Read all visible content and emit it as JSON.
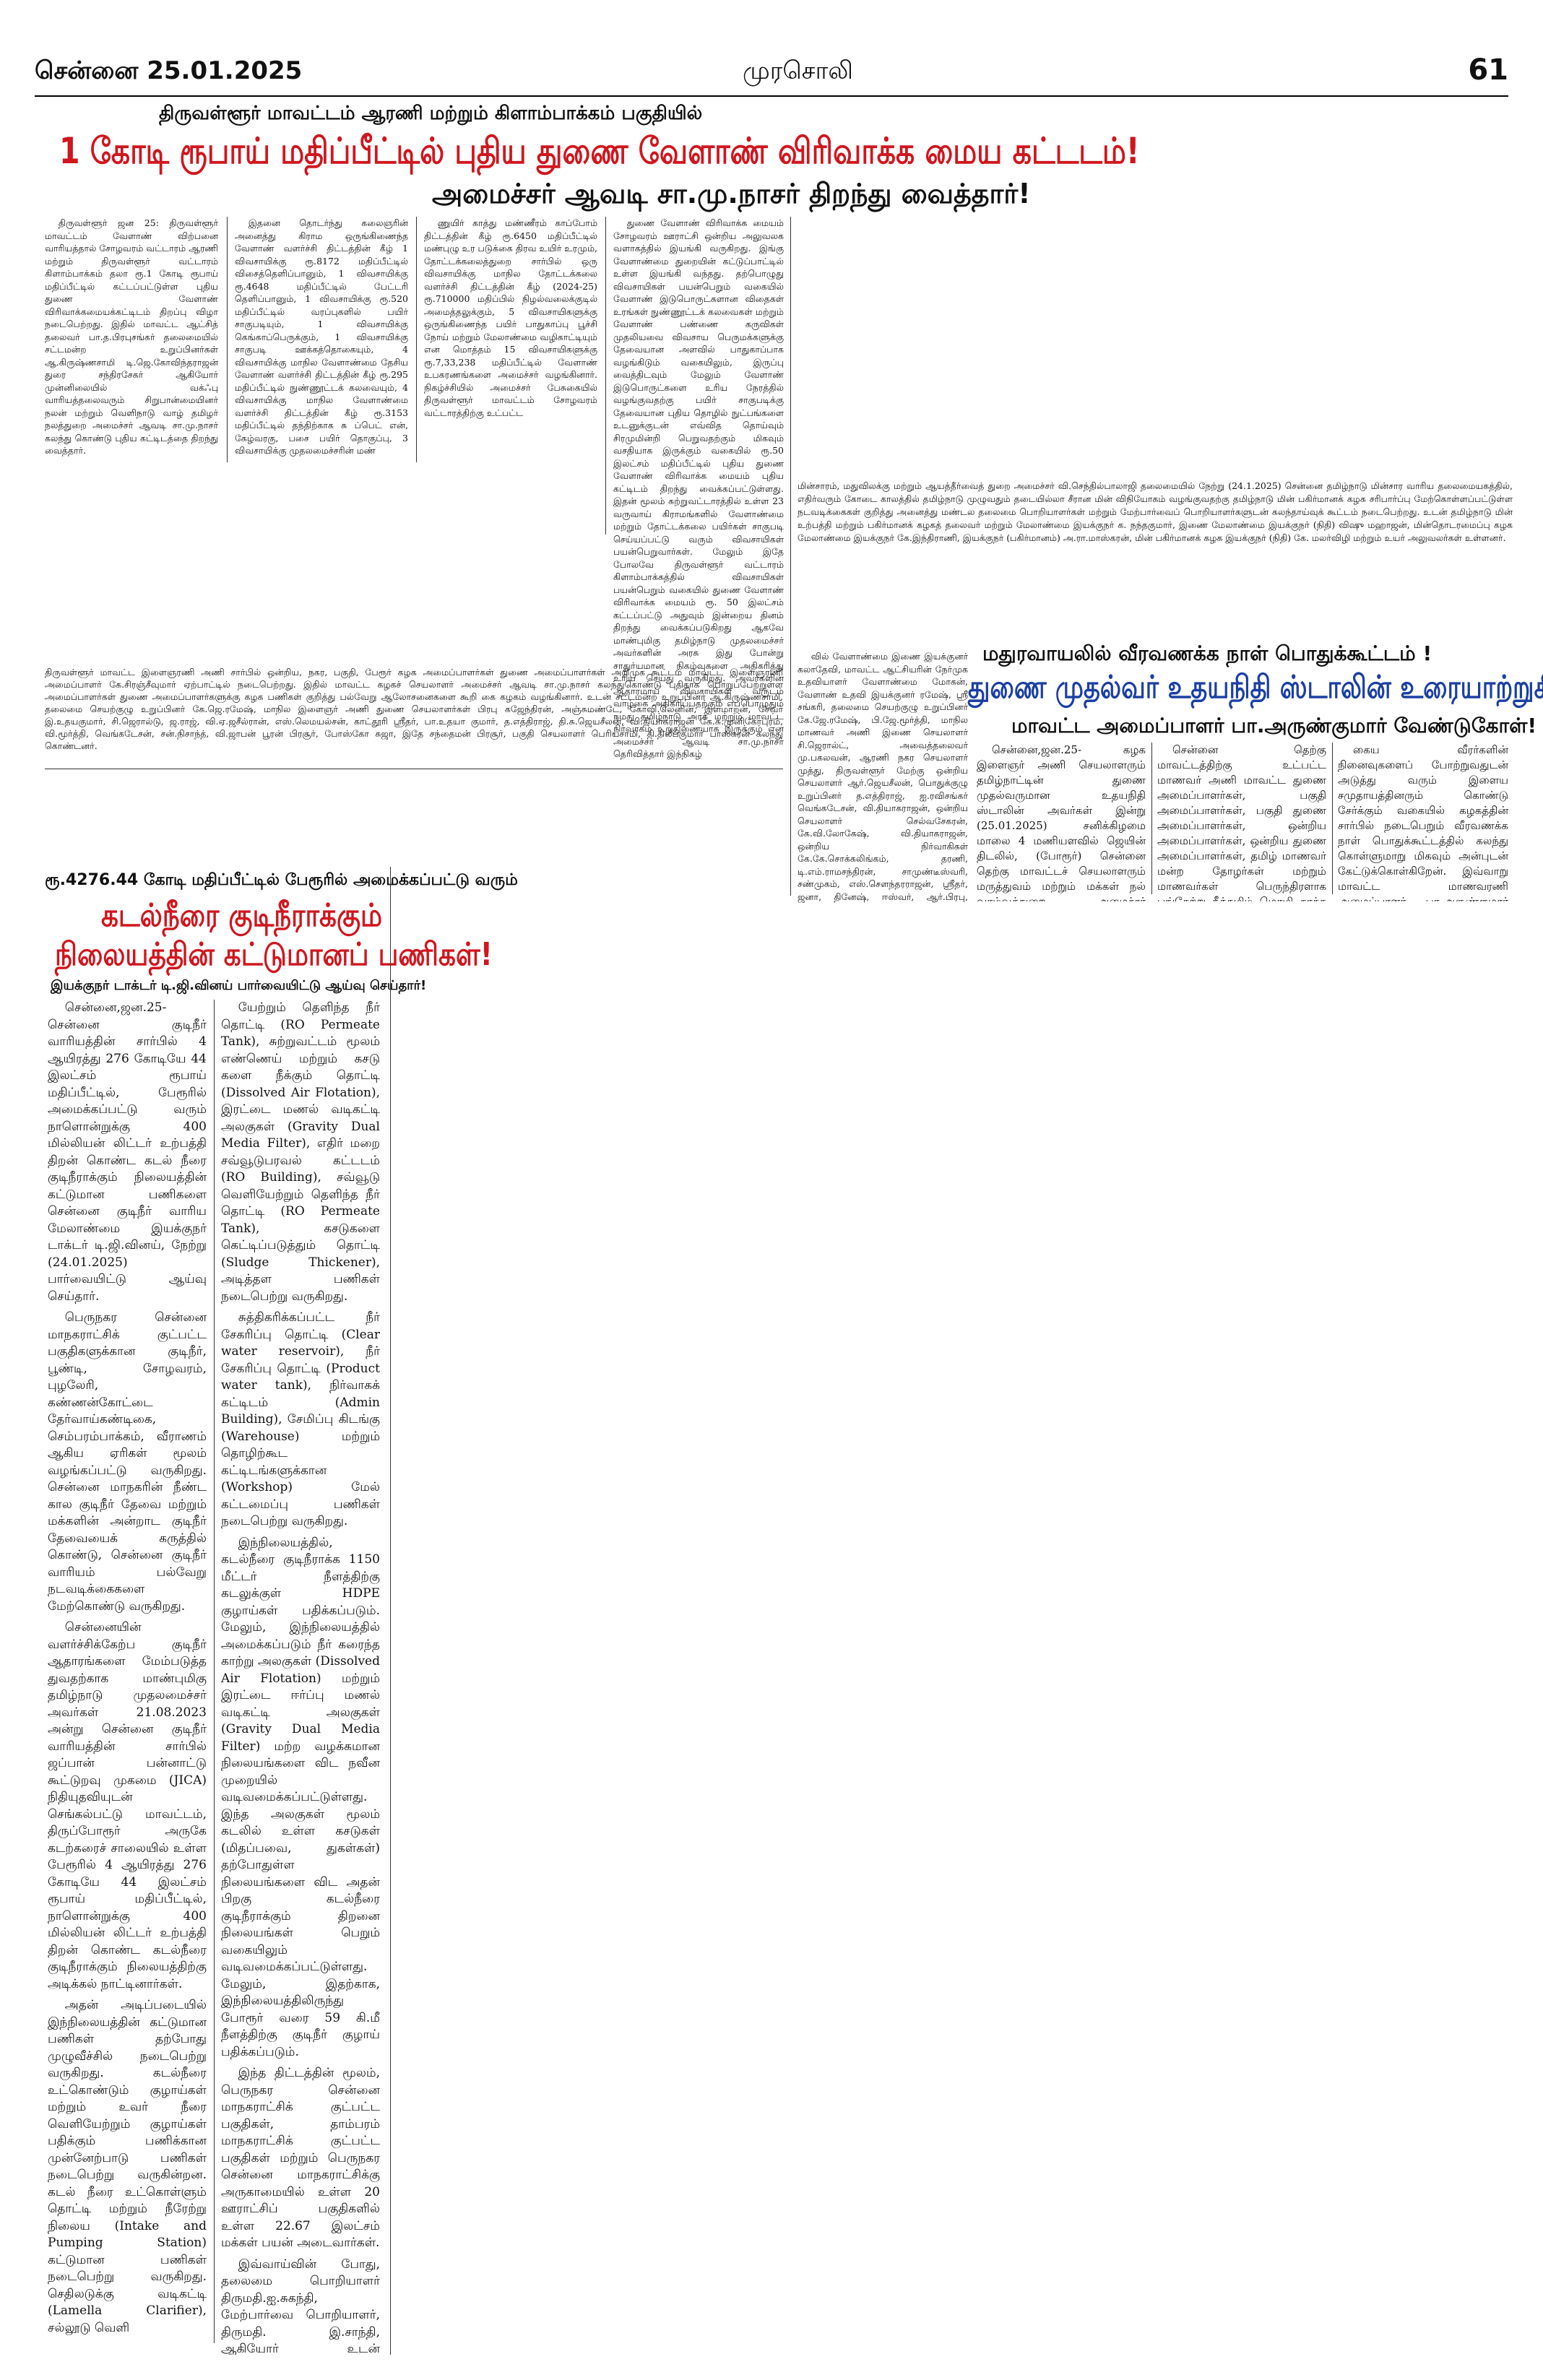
{
  "header": {
    "date": "சென்னை 25.01.2025",
    "paper": "முரசொலி",
    "page_number": "61"
  },
  "story1": {
    "kicker": "திருவள்ளூர் மாவட்டம் ஆரணி மற்றும் கிளாம்பாக்கம் பகுதியில்",
    "headline": "1 கோடி ரூபாய் மதிப்பீட்டில் புதிய துணை வேளாண் விரிவாக்க மைய கட்டடம்!",
    "subhead": "அமைச்சர் ஆவடி சா.மு.நாசர் திறந்து வைத்தார்!",
    "col1": "திருவள்ளூர் ஜன 25: திருவள்ளூர் மாவட்டம் வேளாண் விற்பனை வாரியத்தால் சோழவரம் வட்டாரம் ஆரணி மற்றும் திருவள்ளூர் வட்டாரம் கிளாம்பாக்கம் தலா ரூ.1 கோடி ரூபாய் மதிப்பீட்டில் கட்டப்பட்டுள்ள புதிய துணை வேளாண் விரிவாக்கமையக்கட்டிடம் திறப்பு விழா நடைபெற்றது. இதில் மாவட்ட ஆட்சித் தலைவர் பா.த.பிரபுசங்கர் தலைமையில் சட்டமன்ற உறுப்பினர்கள் ஆ.கிருஷ்ணசாமி டி.ஜெ.கோவிந்தராஜன் துரை சந்திரசேகர் ஆகியோர் முன்னிலையில் வக்ஃபு வாரியத்தலைவரும் சிறுபான்மையினர் நலன் மற்றும் வெளிநாடு வாழ் தமிழர் நலத்துறை அமைச்சர் ஆவடி சா.மு.நாசர் கலந்து கொண்டு புதிய கட்டிடத்தை திறந்து வைத்தார்.",
    "col2": "இதனை தொடர்ந்து கலைஞரின் அனைத்து கிராம ஒருங்கிணைந்த வேளாண் வளர்ச்சி திட்டத்தின் கீழ் 1 விவசாயிக்கு ரூ.8172 மதிப்பீட்டில் விசைத்தெளிப்பானும், 1 விவசாயிக்கு ரூ.4648 மதிப்பீட்டில் பேட்டரி தெளிப்பானும், 1 விவசாயிக்கு ரூ.520 மதிப்பீட்டில் வரப்புகளில் பயிர் சாகுபடியும், 1 விவசாயிக்கு கெங்காப்பெருக்கும், 1 விவசாயிக்கு சாகுபடி ஊக்கத்தொகையும், 4 விவசாயிக்கு மாநில வேளாண்மை தேசிய வேளாண் வளர்ச்சி திட்டத்தின் கீழ் ரூ.295 மதிப்பீட்டில் நுண்ணூட்டக் கலவையும், 4 விவசாயிக்கு மாநில வேளாண்மை வளர்ச்சி திட்டத்தின் கீழ் ரூ.3153 மதிப்பீட்டில் தந்திற்காக சு ப்பெட் என், கேழ்வரகு, பசை பயிர் தொகுப்பு, 3 விவசாயிக்கு முதலமைச்சரின் மண்",
    "col3": "ணுயிர் காத்து மண்ணீரம் காப்போம் திட்டத்தின் கீழ் ரூ.6450 மதிப்பீட்டில் மண்புழு உர படுக்கை திரவ உயிர் உரமும், தோட்டக்கலைத்துறை சார்பில் ஒரு விவசாயிக்கு மாநில தோட்டக்கலை வளர்ச்சி திட்டத்தின் கீழ் (2024-25) ரூ.710000 மதிப்பில் நிழல்வலைக்குடில் அமைத்தலுக்கும், 5 விவசாயிகளுக்கு ஒருங்கிணைந்த பயிர் பாதுகாப்பு பூச்சி நோய் மற்றும் மேலாண்மை வழிகாட்டியும் என மொத்தம் 15 விவசாயிகளுக்கு ரூ.7,33,238 மதிப்பீட்டில் வேளாண் உபகரணங்களை அமைச்சர் வழங்கினார். நிகழ்ச்சியில் அமைச்சர் பேசுகையில் திருவள்ளூர் மாவட்டம் சோழவரம் வட்டாரத்திற்கு உட்பட்ட",
    "col4": "துணை வேளாண் விரிவாக்க மையம் சோழவரம் ஊராட்சி ஒன்றிய அலுவலக வளாகத்தில் இயங்கி வருகிறது. இங்கு வேளாண்மை துறையின் கட்டுப்பாட்டில் உள்ள இயங்கி வந்தது. தற்பொழுது விவசாயிகள் பயன்பெறும் வகையில் வேளாண் இடுபொருட்களான விதைகள் உரங்கள் நுண்ணூட்டக் கலவைகள் மற்றும் வேளாண் பண்ணை கருவிகள் முதலியவை விவசாய பெருமக்களுக்கு தேவையான அளவில் பாதுகாப்பாக வழங்கிடும் வகையிலும், இருப்பு வைத்திடவும் மேலும் வேளாண் இடுபொருட்களை உரிய நேரத்தில் வழங்குவதற்கு பயிர் சாகுபடிக்கு தேவையான புதிய தொழில் நுட்பங்களை உடனுக்குடன் எவ்வித தொய்வும் சிரமுமின்றி பெறுவதற்கும் மிகவும் வசதியாக இருக்கும் வகையில் ரூ.50 இலட்சம் மதிப்பீட்டில் புதிய துணை வேளாண் விரிவாக்க மையம் புதிய கட்டிடம் திறந்து வைக்கப்பட்டுள்ளது. இதன் மூலம் சுற்றுவட்டாரத்தில் உள்ள 23 வருவாய் கிராமங்களில் வேளாண்மை மற்றும் தோட்டக்கலை பயிர்கள் சாகுபடி செய்யப்பட்டு வரும் விவசாயிகள் பயன்பெறுவார்கள். மேலும் இதே போலவே திருவள்ளூர் வட்டாரம் கிளாம்பாக்கத்தில் விவசாயிகள் பயன்பெறும் வகையில் துணை வேளாண் விரிவாக்க மையம் ரூ. 50 இலட்சம் கட்டப்பட்டு அதுவும் இன்றைய தினம் திறந்து வைக்கப்படுகிறது ஆகவே மாண்புமிகு தமிழ்நாடு முதலமைச்சர் அவர்களின் அரசு இது போன்று சாதுர்யமான நிகழ்வுகளை அதிகரித்து உரிய செய்து வருகிறது. அவர்களின் ஆதாரமாய் விவசாயிகள் வருடம் வாழ்கை அதிகரிப்பதற்கும் எப்பொழுதும் நமது தமிழ்நாடு அரசு மற்றும் மாவட்ட நிர்வாகம் உறுதுணையாக இருக்கும் என அமைச்சர் ஆவடி சா.மு.நாசர் தெரிவித்தார் இந்நிகழ்",
    "col5": "வில் வேளாண்மை இணை இயக்குனர் கலாதேவி, மாவட்ட ஆட்சியரின் நேர்முக உதவியாளர் வேளாண்மை மோகன், வேளாண் உதவி இயக்குனர் ரமேஷ், ஸ்ரீ சங்கரி, தலைமை செயற்குழு உறுப்பினர் கே.ஜே.ரமேஷ், பி.ஜே.மூர்த்தி, மாநில மாணவர் அணி இணை செயலாளர் சி.ஜெரால்ட், அவைத்தலைவர் மு.பகலவன், ஆரணி நகர செயலாளர் முத்து, திருவள்ளூர் மேற்கு ஒன்றிய செயலாளர் ஆர்.ஜெயசீலன், பொதுக்குழு உறுப்பினர் த.எத்திராஜ், ஐ.ரவிசங்கர் வெங்கடேசன், வி.தியாகராஜன், ஒன்றிய செயலாளர் செல்வசேகரன், கே.வி.லோகேஷ், வி.தியாகராஜன், ஒன்றிய நிர்வாகிகள் கே.கே.சொக்கலிங்கம், தரணி, டி.எம்.ராமசந்திரன், சாமுண்டீஸ்வரி, சண்முகம், எஸ்.செளந்தரராஜன், ஸ்ரீதர், ஜனா, தினேஷ், ஈஸ்வர், ஆர்.பிரபு, மற்றும் விவசாய பெருமக்கள் அரசு அலுவலர்கள் உட்பட பலர் கலந்து கொண்டனர்."
  },
  "photo_caption_top": "மின்சாரம், மதுவிலக்கு மற்றும் ஆயத்தீர்வைத் துறை அமைச்சர் வி.செந்தில்பாலாஜி தலைமையில் நேற்று (24.1.2025) சென்னை தமிழ்நாடு மின்சார வாரிய தலைமையகத்தில், எதிர்வரும் கோடை காலத்தில் தமிழ்நாடு முழுவதும் தடையில்லா சீரான மின் விநியோகம் வழங்குவதற்கு தமிழ்நாடு மின் பகிர்மானக் கழக சரிபார்ப்பு மேற்கொள்ளப்பட்டுள்ள நடவடிக்கைகள் குறித்து அனைத்து மண்டல தலைமை பொறியாளர்கள் மற்றும் மேற்பார்வைப் பொறியாளர்களுடன் கலந்தாய்வுக் கூட்டம் நடைபெற்றது. உடன் தமிழ்நாடு மின் உற்பத்தி மற்றும் பகிர்மானக் கழகத் தலைவர் மற்றும் மேலாண்மை இயக்குநர் க. நந்தகுமார், இணை மேலாண்மை இயக்குநர் (நிதி) விஷு மஹாஜன், மின்தொடரமைப்பு கழக மேலாண்மை இயக்குநர் கே.இந்திராணி, இயக்குநர் (பகிர்மானம்) அ.ரா.மாஸ்கரன், மின் பகிர்மானக் கழக இயக்குநர் (நிதி) கே. மலர்விழி மற்றும் உயர் அலுவலர்கள் உள்ளனர்.",
  "photo_caption_left": "திருவள்ளூர் மாவட்ட இளைஞரணி அணி சார்பில் ஒன்றிய, நகர, பகுதி, பேரூர் கழக அமைப்பாளர்கள் துணை அமைப்பாளர்கள் அறிமுக கூட்டம் மாவட்ட இளைஞரணி அமைப்பாளர் கே.சிரஞ்சீவுமார் ஏற்பாட்டில் நடைபெற்றது. இதில் மாவட்ட கழகச் செயலாளர் அமைச்சர் ஆவடி சா.மு.நாசர் கலந்துகொண்டு புதிதாக பொறுப்பேற்றுள்ள அமைப்பாளர்கள் துணை அமைப்பாளர்களுக்கு கழக பணிகள் குறித்து பல்வேறு ஆலோசனைகளை கூறி கை கழகம் வழங்கினார். உடன் சட்டமன்ற உறுப்பினர் ஆ.கிருஷ்ணசாமி, தலைமை செயற்குழு உறுப்பினர் கே.ஜெ.ரமேஷ், மாநில இளைஞர் அணி துணை செயலாளர்கள் பிரபு கஜேந்திரன், அஞ்சுமண்டே, கோவி.லெனின், இளமாறன், சேவர் இ.உதயகுமார், சி.ஜெரால்டு, ஜ.ராஜ், வி.ஏ.ஜசீல்ரான், எஸ்.லெமயல்சன், காட்தூரி ஸ்ரீதர், பா.உதயா குமார், த.எத்திராஜ், தி.சு.ஜெயசீலன், வி.தியாகராஜன் கே.சு.முனிகோபுரம், வி.மூர்த்தி, வெங்கடேசன், சன்.நிசாந்த், வி.ஜாபன் பூரன் பிரசூர், போஸ்கோ சுஜா, இதே சந்தைமன் பிரசூர், பகுதி செயலாளர் பெரியசாமி, தி.திலீப்குமார் பாஸ்கரன் கலந்து கொண்டனர்.",
  "story2": {
    "kicker": "ரூ.4276.44 கோடி மதிப்பீட்டில் பேரூரில் அமைக்கப்பட்டு வரும்",
    "headline_line1": "கடல்நீரை குடிநீராக்கும்",
    "headline_line2": "நிலையத்தின் கட்டுமானப் பணிகள்!",
    "subhead": "இயக்குநர் டாக்டர் டி.ஜி.வினய் பார்வையிட்டு ஆய்வு செய்தார்!",
    "col1": [
      "சென்னை,ஜன.25- சென்னை குடிநீர் வாரியத்தின் சார்பில் 4 ஆயிரத்து 276 கோடியே 44 இலட்சம் ரூபாய் மதிப்பீட்டில், பேரூரில் அமைக்கப்பட்டு வரும் நாளொன்றுக்கு 400 மில்லியன் லிட்டர் உற்பத்தி திறன் கொண்ட கடல் நீரை குடிநீராக்கும் நிலையத்தின் கட்டுமான பணிகளை சென்னை குடிநீர் வாரிய மேலாண்மை இயக்குநர் டாக்டர் டி.ஜி.வினய், நேற்று (24.01.2025) பார்வையிட்டு ஆய்வு செய்தார்.",
      "பெருநகர சென்னை மாநகராட்சிக் குட்பட்ட பகுதிகளுக்கான குடிநீர், பூண்டி, சோழவரம், புழலேரி, கண்ணன்கோட்டை தேர்வாய்கண்டிகை, செம்பரம்பாக்கம், வீராணம் ஆகிய ஏரிகள் மூலம் வழங்கப்பட்டு வருகிறது. சென்னை மாநகரின் நீண்ட கால குடிநீர் தேவை மற்றும் மக்களின் அன்றாட குடிநீர் தேவையைக் கருத்தில் கொண்டு, சென்னை குடிநீர் வாரியம் பல்வேறு நடவடிக்கைகளை மேற்கொண்டு வருகிறது.",
      "சென்னையின் வளர்ச்சிக்கேற்ப குடிநீர் ஆதாரங்களை மேம்படுத்த துவதற்காக மாண்புமிகு தமிழ்நாடு முதலமைச்சர் அவர்கள் 21.08.2023 அன்று சென்னை குடிநீர் வாரியத்தின் சார்பில் ஜப்பான் பன்னாட்டு கூட்டுறவு முகமை (JICA) நிதியுதவியுடன் செங்கல்பட்டு மாவட்டம், திருப்போரூர் அருகே கடற்கரைச் சாலையில் உள்ள பேரூரில் 4 ஆயிரத்து 276 கோடியே 44 இலட்சம் ரூபாய் மதிப்பீட்டில், நாளொன்றுக்கு 400 மில்லியன் லிட்டர் உற்பத்தி திறன் கொண்ட கடல்நீரை குடிநீராக்கும் நிலையத்திற்கு அடிக்கல் நாட்டினார்கள்.",
      "அதன் அடிப்படையில் இந்நிலையத்தின் கட்டுமான பணிகள் தற்போது முழுவீச்சில் நடைபெற்று வருகிறது. கடல்நீரை உட்கொண்டும் குழாய்கள் மற்றும் உவர் நீரை வெளியேற்றும் குழாய்கள் பதிக்கும் பணிக்கான முன்னேற்பாடு பணிகள் நடைபெற்று வருகின்றன. கடல் நீரை உட்கொள்ளும் தொட்டி மற்றும் நீரேற்று நிலைய (Intake and Pumping Station) கட்டுமான பணிகள் நடைபெற்று வருகிறது. செதிலடுக்கு வடிகட்டி (Lamella Clarifier), சல்லூடு வெளி"
    ],
    "col2": [
      "யேற்றும் தெளிந்த நீர் தொட்டி (RO Permeate Tank), சுற்றுவட்டம் மூலம் எண்ணெய் மற்றும் கசடு களை நீக்கும் தொட்டி (Dissolved Air Flotation), இரட்டை மணல் வடிகட்டி அலகுகள் (Gravity Dual Media Filter), எதிர் மறை சவ்வூடுபரவல் கட்டடம் (RO Building), சவ்வூடு வெளியேற்றும் தெளிந்த நீர் தொட்டி (RO Permeate Tank), கசடுகளை கெட்டிப்படுத்தும் தொட்டி (Sludge Thickener), அடித்தள பணிகள் நடைபெற்று வருகிறது.",
      "சுத்திகரிக்கப்பட்ட நீர் சேகரிப்பு தொட்டி (Clear water reservoir), நீர் சேகரிப்பு தொட்டி (Product water tank), நிர்வாகக் கட்டிடம் (Admin Building), சேமிப்பு கிடங்கு (Warehouse) மற்றும் தொழிற்கூட கட்டிடங்களுக்கான (Workshop) மேல் கட்டமைப்பு பணிகள் நடைபெற்று வருகிறது.",
      "இந்நிலையத்தில், கடல்நீரை குடிநீராக்க 1150 மீட்டர் நீளத்திற்கு கடலுக்குள் HDPE குழாய்கள் பதிக்கப்படும். மேலும், இந்நிலையத்தில் அமைக்கப்படும் நீர் கரைந்த காற்று அலகுகள் (Dissolved Air Flotation) மற்றும் இரட்டை ஈர்ப்பு மணல் வடிகட்டி அலகுகள் (Gravity Dual Media Filter) மற்ற வழக்கமான நிலையங்களை விட நவீன முறையில் வடிவமைக்கப்பட்டுள்ளது. இந்த அலகுகள் மூலம் கடலில் உள்ள கசடுகள் (மிதப்பவை, துகள்கள்) தற்போதுள்ள நிலையங்களை விட அதன் பிறகு கடல்நீரை குடிநீராக்கும் திறனை நிலையங்கள் பெறும் வகையிலும் வடிவமைக்கப்பட்டுள்ளது. மேலும், இதற்காக, இந்நிலையத்திலிருந்து போரூர் வரை 59 கி.மீ நீளத்திற்கு குடிநீர் குழாய் பதிக்கப்படும்.",
      "இந்த திட்டத்தின் மூலம், பெருநகர சென்னை மாநகராட்சிக் குட்பட்ட பகுதிகள், தாம்பரம் மாநகராட்சிக் குட்பட்ட பகுதிகள் மற்றும் பெருநகர சென்னை மாநகராட்சிக்கு அருகாமையில் உள்ள 20 ஊராட்சிப் பகுதிகளில் உள்ள 22.67 இலட்சம் மக்கள் பயன் அடைவார்கள்.",
      "இவ்வாய்வின் போது, தலைமை பொறியாளர் திருமதி.ஐ.சுகந்தி, மேற்பார்வை பொறியாளர், திருமதி. இ.சாந்தி, ஆகியோர் உடன் இருந்தனர்."
    ]
  },
  "story3": {
    "kicker": "மதுரவாயலில் வீரவணக்க நாள் பொதுக்கூட்டம் !",
    "headline": "துணை முதல்வர் உதயநிதி ஸ்டாலின் உரையாற்றுகிறார்!",
    "subhead": "மாவட்ட அமைப்பாளர் பா.அருண்குமார் வேண்டுகோள்!",
    "col1": "சென்னை,ஜன.25- கழக இளைஞர் அணி செயலாளரும் தமிழ்நாட்டின் துணை முதல்வருமான உதயநிதி ஸ்டாலின் அவர்கள் இன்று (25.01.2025) சனிக்கிழமை மாலை 4 மணியளவில் ஜெயின் திடலில், (போரூர்) சென்னை தெற்கு மாவட்டச் செயலாளரும் மருத்துவம் மற்றும் மக்கள் நல் வாழ்வுத்துறை அமைச்சர் மா.சுப்பிரமணியன் தலைமையில் வீரவணக்க நாள் உரை நிகழ்த்த உள்ளதால்",
    "col2": "சென்னை தெற்கு மாவட்டத்திற்கு உட்பட்ட மாணவர் அணி மாவட்ட துணை அமைப்பாளர்கள், பகுதி அமைப்பாளர்கள், பகுதி துணை அமைப்பாளர்கள், ஒன்றிய அமைப்பாளர்கள், ஒன்றிய துணை அமைப்பாளர்கள், தமிழ் மாணவர் மன்ற தோழர்கள் மற்றும் மாணவர்கள் பெருந்திரளாக பங்கேற்று நீத்தமிழ் மொழி காக்க தங்கள் தேகத்தை தேசத்தை தீயின் நாக்குகளுக்கு இரையாக்கிய அந்த",
    "col3": "கைய வீரர்களின் நினைவுகளைப் போற்றுவதுடன் அடுத்து வரும் இளைய சமுதாயத்தினரும் கொண்டு சேர்க்கும் வகையில் கழகத்தின் சார்பில் நடைபெறும் வீரவணக்க நாள் பொதுக்கூட்டத்தில் கலந்து கொள்ளுமாறு மிகவும் அன்புடன் கேட்டுக்கொள்கிறேன். இவ்வாறு மாவட்ட மாணவரணி அமைப்பாளர் பா.அருண்குமார் வேண்டுகோள் விடுத்துள்ளார்."
  }
}
